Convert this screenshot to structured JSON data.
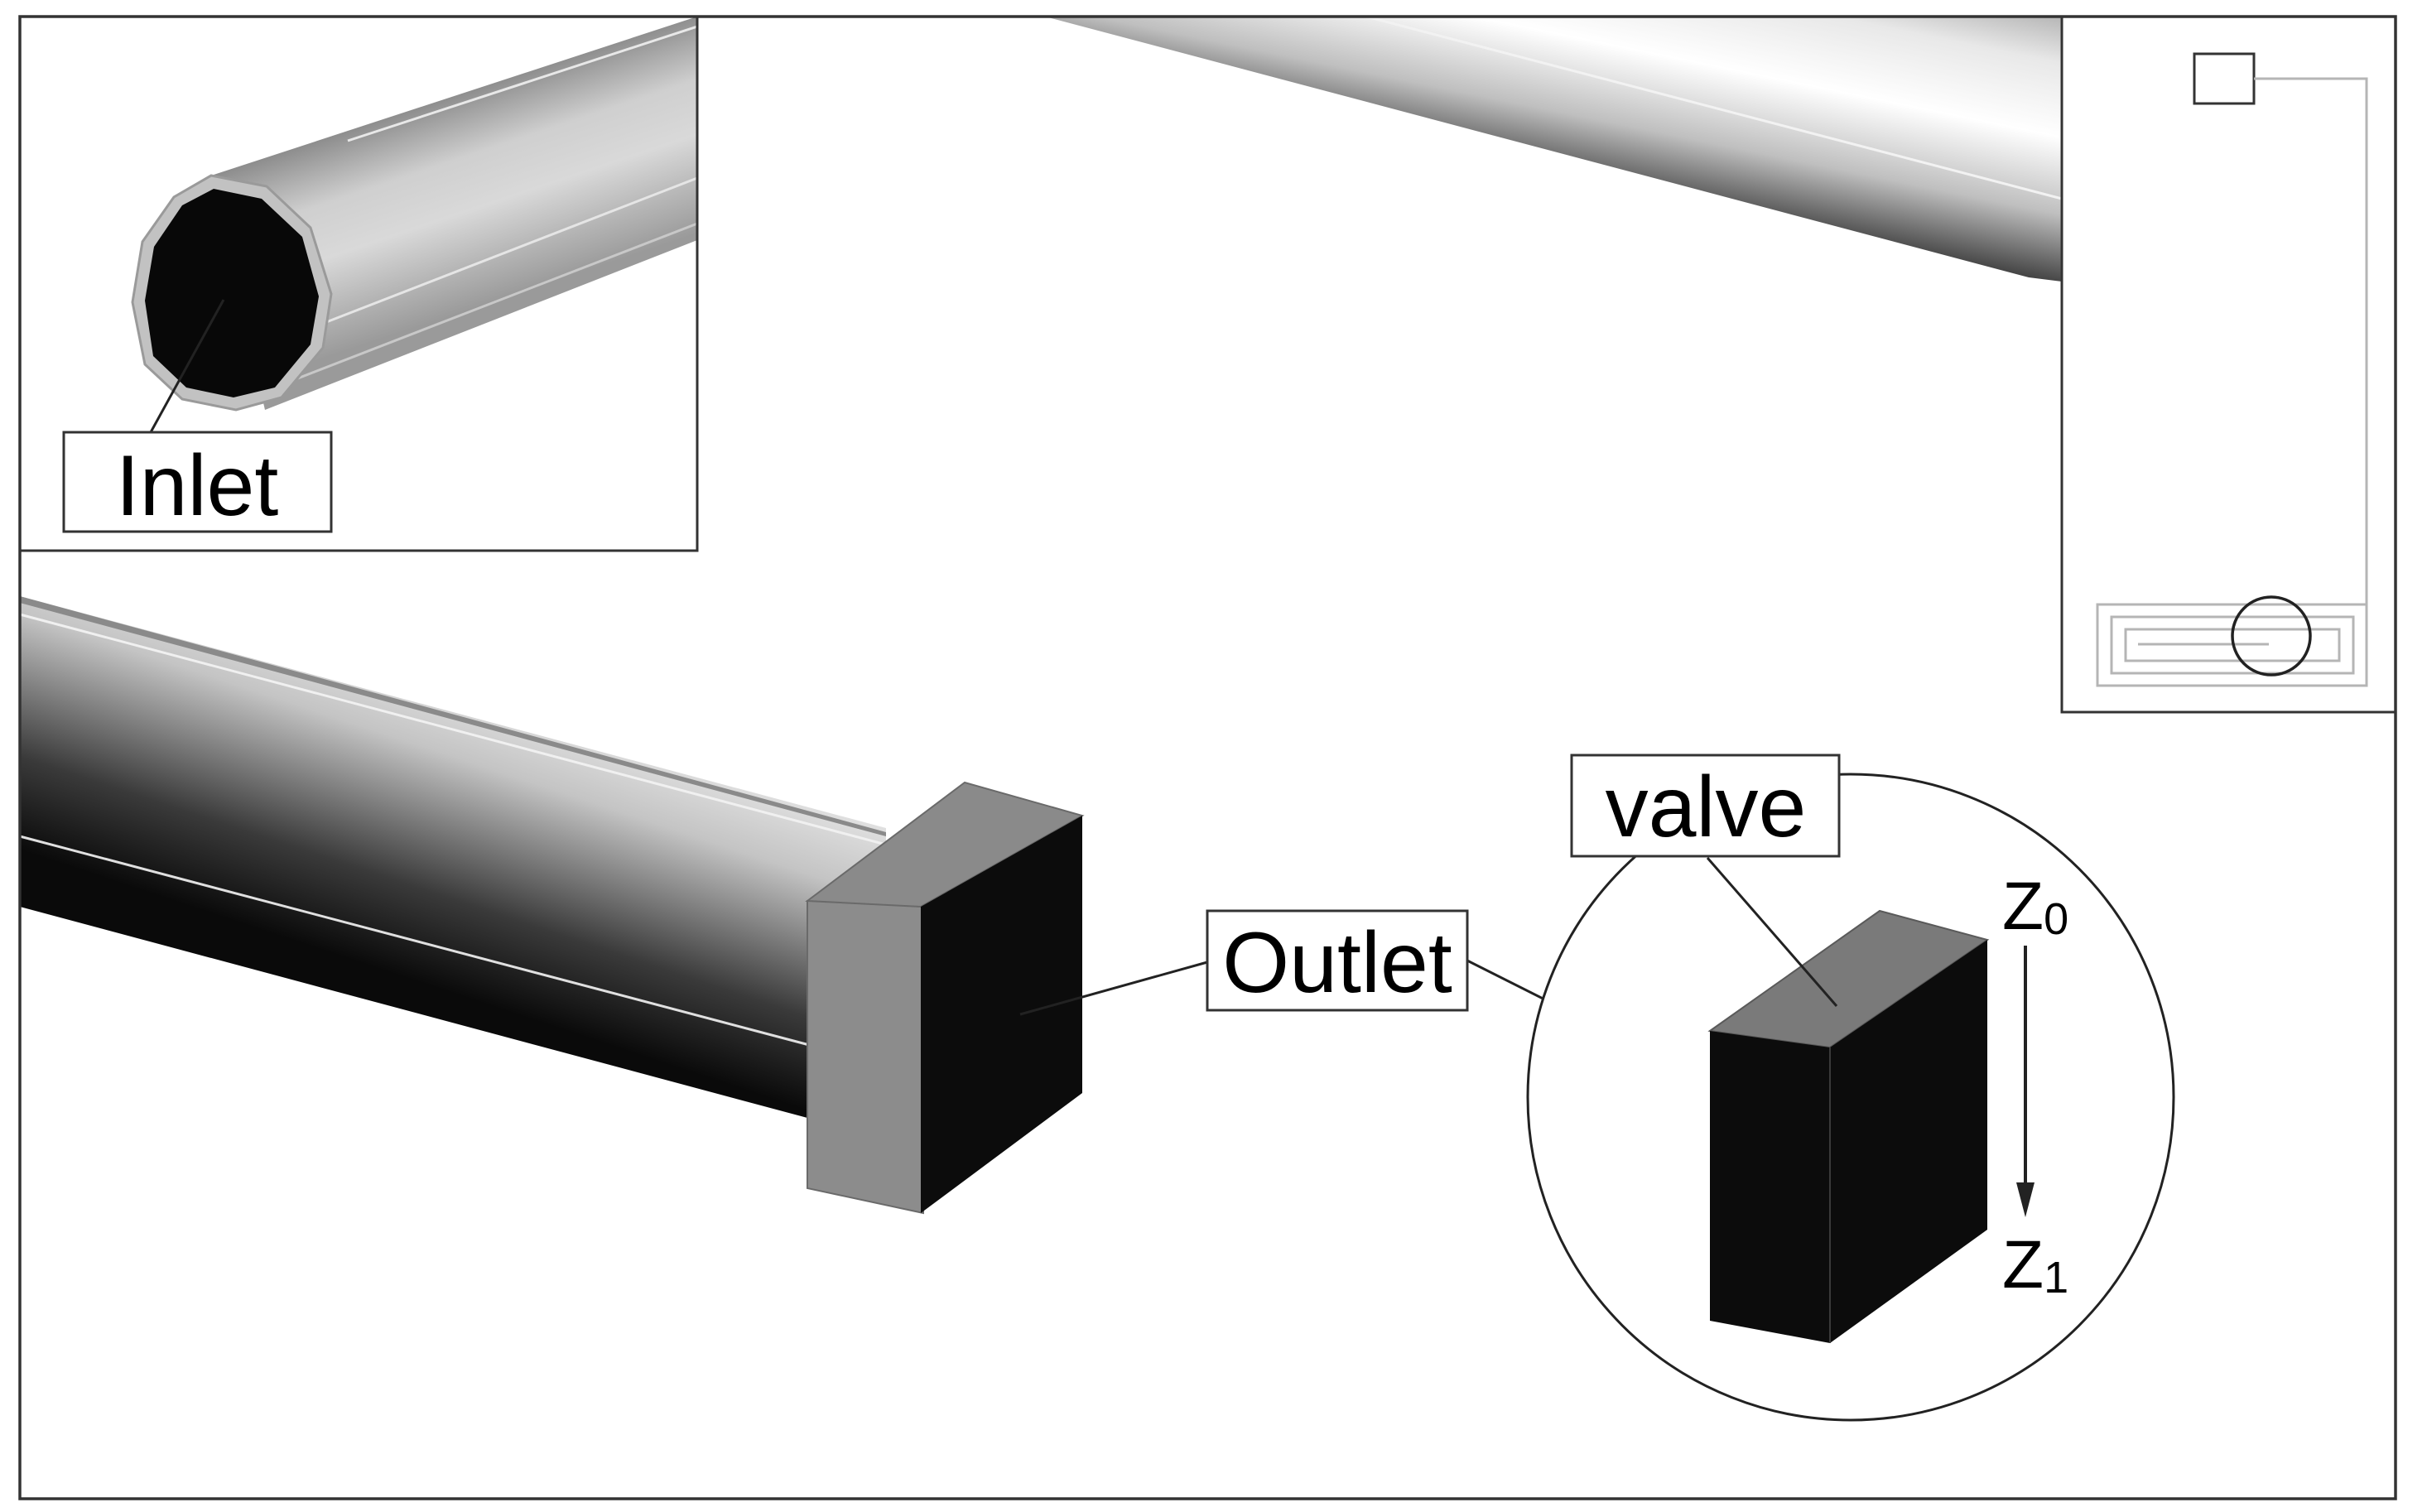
{
  "labels": {
    "inlet": "Inlet",
    "outlet": "Outlet",
    "valve": "valve",
    "z0_letter": "Z",
    "z0_sub": "0",
    "z1_letter": "Z",
    "z1_sub": "1"
  },
  "colors": {
    "frame": "#333333",
    "solid_face": "#0c0c0c",
    "valve_top": "#7a7a7a",
    "flange_side": "#8c8c8c",
    "background": "#ffffff"
  }
}
